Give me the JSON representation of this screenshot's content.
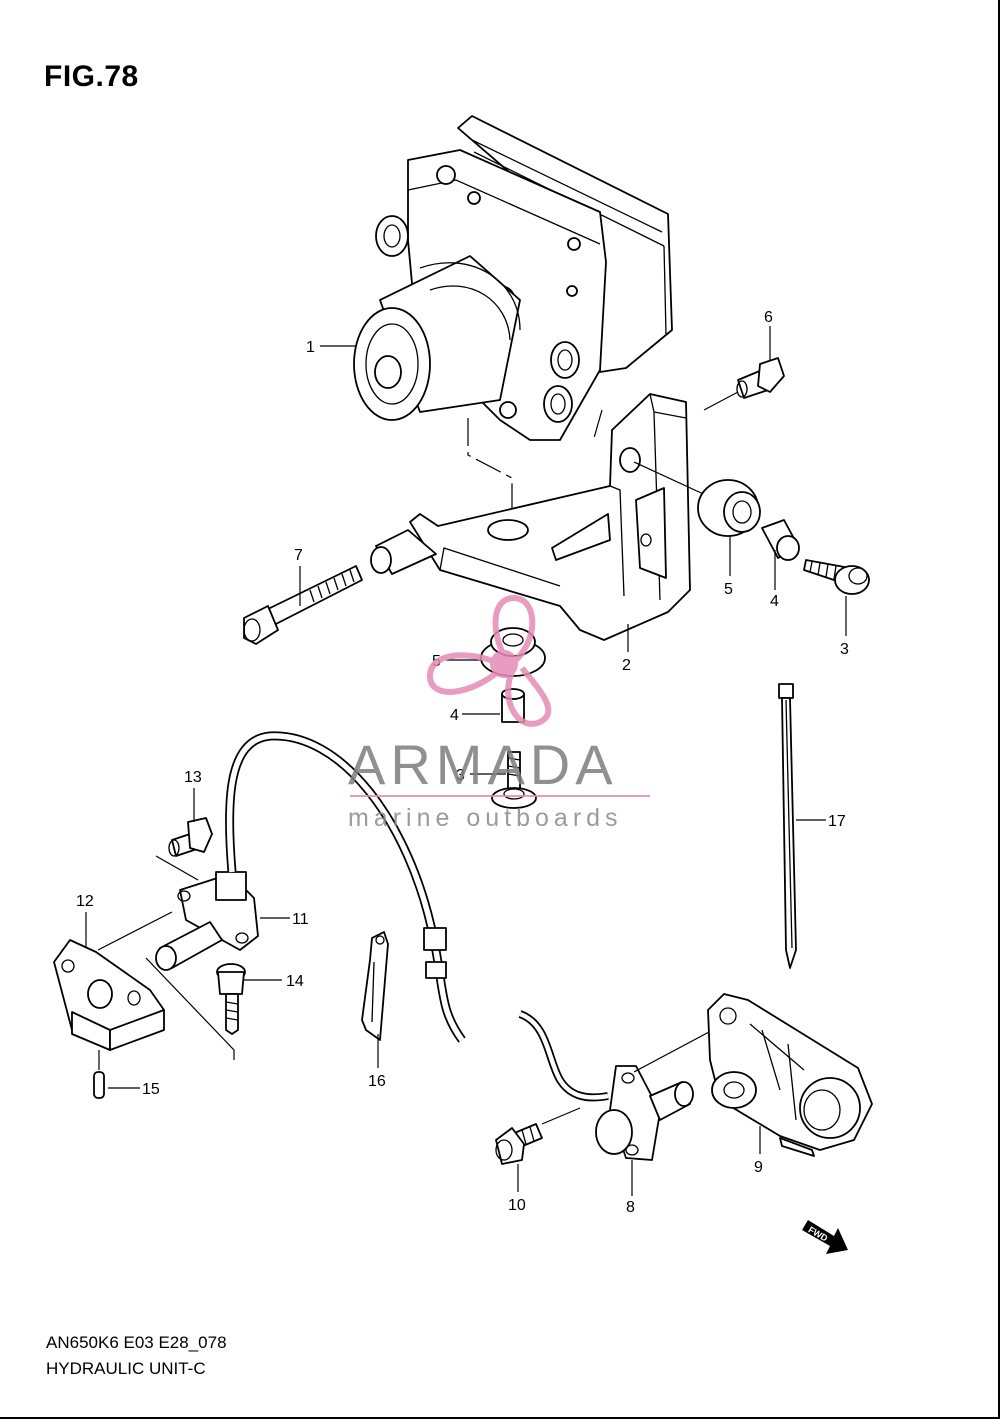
{
  "figure": {
    "title": "FIG.78",
    "code": "AN650K6 E03 E28_078",
    "name": "HYDRAULIC UNIT-C"
  },
  "callouts": [
    "1",
    "2",
    "3",
    "4",
    "5",
    "6",
    "7",
    "3",
    "4",
    "5",
    "8",
    "9",
    "10",
    "11",
    "12",
    "13",
    "14",
    "15",
    "16",
    "17"
  ],
  "fwd_label": "FWD",
  "watermark": {
    "brand": "ARMADA",
    "tagline": "marine outboards",
    "accent_color": "#e58bb4"
  }
}
